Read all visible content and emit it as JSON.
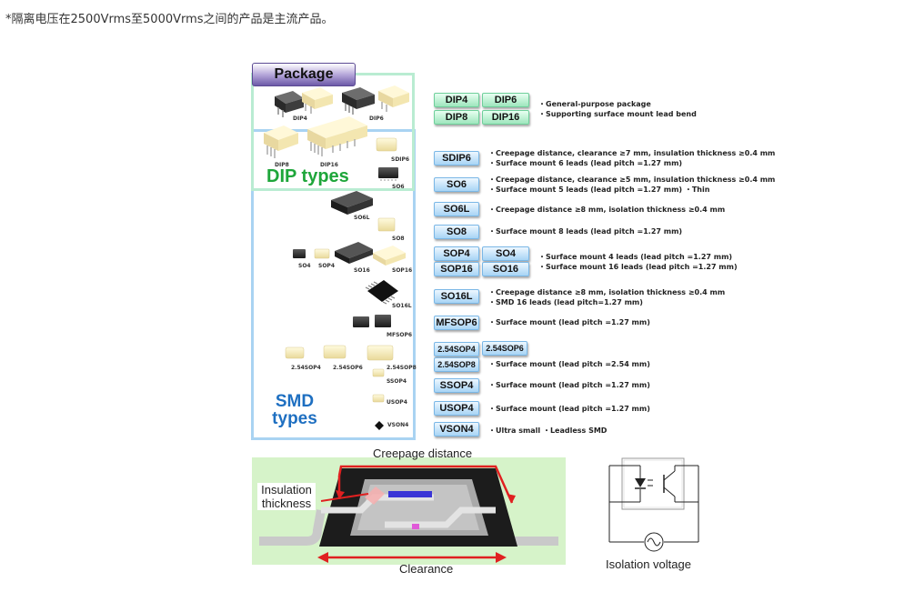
{
  "note": "*隔离电压在2500Vrms至5000Vrms之间的产品是主流产品。",
  "package_header": "Package",
  "dip_title": "DIP types",
  "smd_title": "SMD types",
  "chips": {
    "dip4": "DIP4",
    "dip6": "DIP6",
    "dip8": "DIP8",
    "dip16": "DIP16",
    "sdip6": "SDIP6",
    "so6": "SO6",
    "so6l": "SO6L",
    "so8": "SO8",
    "so4": "SO4",
    "sop4": "SOP4",
    "so16": "SO16",
    "sop16": "SOP16",
    "so16l": "SO16L",
    "mfsop6": "MFSOP6",
    "s254sop4": "2.54SOP4",
    "s254sop6": "2.54SOP6",
    "s254sop8": "2.54SOP8",
    "ssop4": "SSOP4",
    "usop4": "USOP4",
    "vson4": "VSON4"
  },
  "rows": [
    {
      "buttons": [
        "DIP4",
        "DIP6",
        "DIP8",
        "DIP16"
      ],
      "desc": [
        "・General-purpose package",
        "・Supporting surface mount  lead bend"
      ]
    },
    {
      "buttons": [
        "SDIP6"
      ],
      "desc": [
        "・Creepage distance, clearance ≥7  mm,  insulation thickness  ≥0.4  mm",
        "・Surface mount  6 leads (lead pitch =1.27  mm)"
      ]
    },
    {
      "buttons": [
        "SO6"
      ],
      "desc": [
        "・Creepage distance, clearance ≥5  mm,  insulation thickness  ≥0.4  mm",
        "・Surface mount  5 leads (lead pitch =1.27  mm)  ・Thin"
      ]
    },
    {
      "buttons": [
        "SO6L"
      ],
      "desc": [
        "・Creepage distance ≥8  mm,  isolation thickness  ≥0.4  mm"
      ]
    },
    {
      "buttons": [
        "SO8"
      ],
      "desc": [
        "・Surface mount  8 leads (lead pitch =1.27  mm)"
      ]
    },
    {
      "buttons": [
        "SOP4",
        "SO4",
        "SOP16",
        "SO16"
      ],
      "desc": [
        "・Surface mount  4 leads (lead pitch =1.27  mm)",
        "・Surface mount  16 leads (lead pitch =1.27  mm)"
      ]
    },
    {
      "buttons": [
        "SO16L"
      ],
      "desc": [
        "・Creepage distance ≥8  mm,  isolation thickness  ≥0.4  mm",
        "・SMD 16 leads (lead pitch=1.27  mm)"
      ]
    },
    {
      "buttons": [
        "MFSOP6"
      ],
      "desc": [
        "・Surface mount  (lead pitch =1.27  mm)"
      ]
    },
    {
      "buttons": [
        "2.54SOP4",
        "2.54SOP6",
        "2.54SOP8"
      ],
      "desc": [
        "・Surface mount  (lead pitch =2.54  mm)"
      ]
    },
    {
      "buttons": [
        "SSOP4"
      ],
      "desc": [
        "・Surface mount  (lead pitch =1.27  mm)"
      ]
    },
    {
      "buttons": [
        "USOP4"
      ],
      "desc": [
        "・Surface mount  (lead pitch =1.27  mm)"
      ]
    },
    {
      "buttons": [
        "VSON4"
      ],
      "desc": [
        "・Ultra small  ・Leadless SMD"
      ]
    }
  ],
  "diagram": {
    "creepage": "Creepage distance",
    "insulation": "Insulation thickness",
    "clearance": "Clearance",
    "isolation_voltage": "Isolation voltage"
  },
  "colors": {
    "dip_green": "#1ea63a",
    "smd_blue": "#1e6fc1",
    "arrow_red": "#e02020",
    "pcb_green": "#d6f3c9"
  }
}
